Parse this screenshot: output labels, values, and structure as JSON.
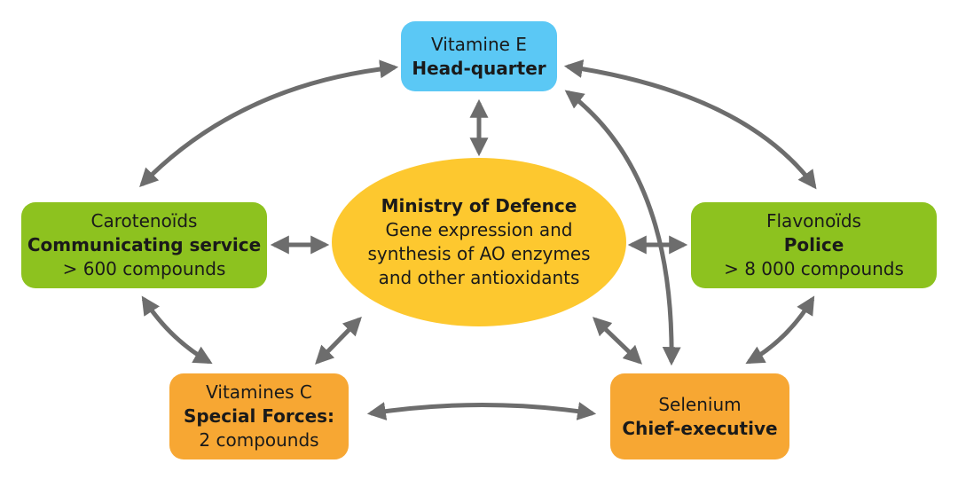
{
  "colors": {
    "vitamine_e": "#5bc8f5",
    "green": "#8dc21f",
    "orange": "#f7a733",
    "ministry": "#fdc82f",
    "arrow": "#6d6d6d",
    "text": "#1a1a1a"
  },
  "nodes": {
    "vitamine_e": {
      "line1": "Vitamine E",
      "line2": "Head-quarter"
    },
    "carotenoids": {
      "line1": "Carotenoïds",
      "line2": "Communicating service",
      "line3": "> 600 compounds"
    },
    "flavonoids": {
      "line1": "Flavonoïds",
      "line2": "Police",
      "line3": "> 8 000 compounds"
    },
    "vitamines_c": {
      "line1": "Vitamines C",
      "line2": "Special Forces:",
      "line3": "2 compounds"
    },
    "selenium": {
      "line1": "Selenium",
      "line2": "Chief-executive"
    },
    "ministry": {
      "line1": "Ministry of Defence",
      "line2": "Gene expression and",
      "line3": "synthesis of AO enzymes",
      "line4": "and other antioxidants"
    }
  },
  "connections": [
    {
      "from": "vitamine_e",
      "to": "carotenoids",
      "direction": "both"
    },
    {
      "from": "vitamine_e",
      "to": "flavonoids",
      "direction": "both"
    },
    {
      "from": "vitamine_e",
      "to": "ministry",
      "direction": "both"
    },
    {
      "from": "vitamine_e",
      "to": "selenium",
      "direction": "both"
    },
    {
      "from": "carotenoids",
      "to": "ministry",
      "direction": "both"
    },
    {
      "from": "ministry",
      "to": "flavonoids",
      "direction": "both"
    },
    {
      "from": "carotenoids",
      "to": "vitamines_c",
      "direction": "both"
    },
    {
      "from": "flavonoids",
      "to": "selenium",
      "direction": "both"
    },
    {
      "from": "vitamines_c",
      "to": "ministry",
      "direction": "both"
    },
    {
      "from": "ministry",
      "to": "selenium",
      "direction": "both"
    },
    {
      "from": "vitamines_c",
      "to": "selenium",
      "direction": "both"
    }
  ]
}
